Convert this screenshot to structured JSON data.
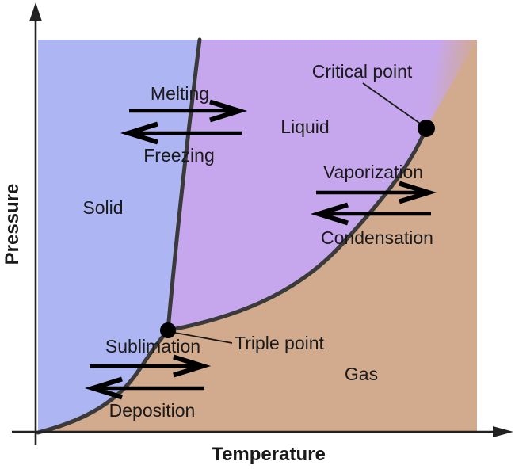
{
  "axes": {
    "x_label": "Temperature",
    "y_label": "Pressure"
  },
  "regions": {
    "solid": "Solid",
    "liquid": "Liquid",
    "gas": "Gas"
  },
  "points": {
    "critical": "Critical point",
    "triple": "Triple point"
  },
  "processes": {
    "melting": "Melting",
    "freezing": "Freezing",
    "vaporization": "Vaporization",
    "condensation": "Condensation",
    "sublimation": "Sublimation",
    "deposition": "Deposition"
  },
  "colors": {
    "solid_region": "#aeb5f3",
    "liquid_region": "#c6a7ee",
    "gas_region": "#d2aa8d",
    "phase_boundary": "#3a3a3a",
    "axis": "#222222",
    "arrow": "#000000",
    "point_marker": "#000000"
  }
}
